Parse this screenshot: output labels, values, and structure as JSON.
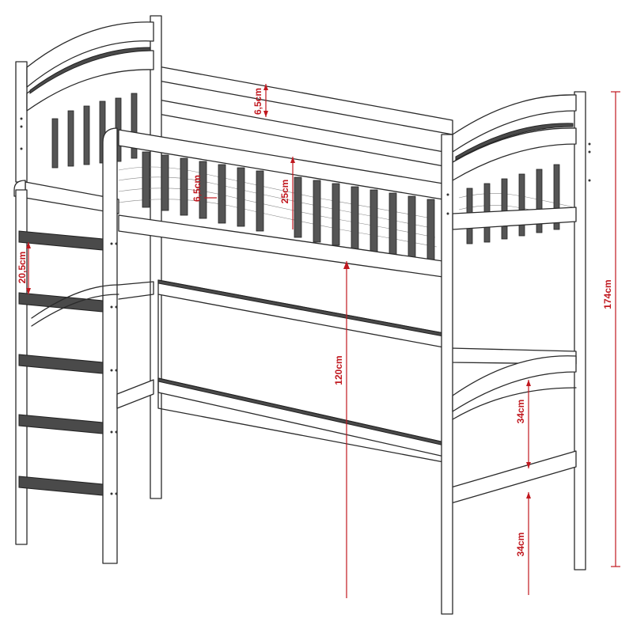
{
  "dimensions": {
    "total_height": "174cm",
    "deck_height": "120cm",
    "rung_spacing": "20,5cm",
    "top_rail_gap": "6,5cm",
    "guard_slat_gap": "6,5cm",
    "guard_height": "25cm",
    "lower_frame_height": "34cm",
    "floor_clearance": "34cm"
  },
  "colors": {
    "dimension": "#c0181f",
    "line": "#2a2a2a",
    "slat": "#555555"
  }
}
